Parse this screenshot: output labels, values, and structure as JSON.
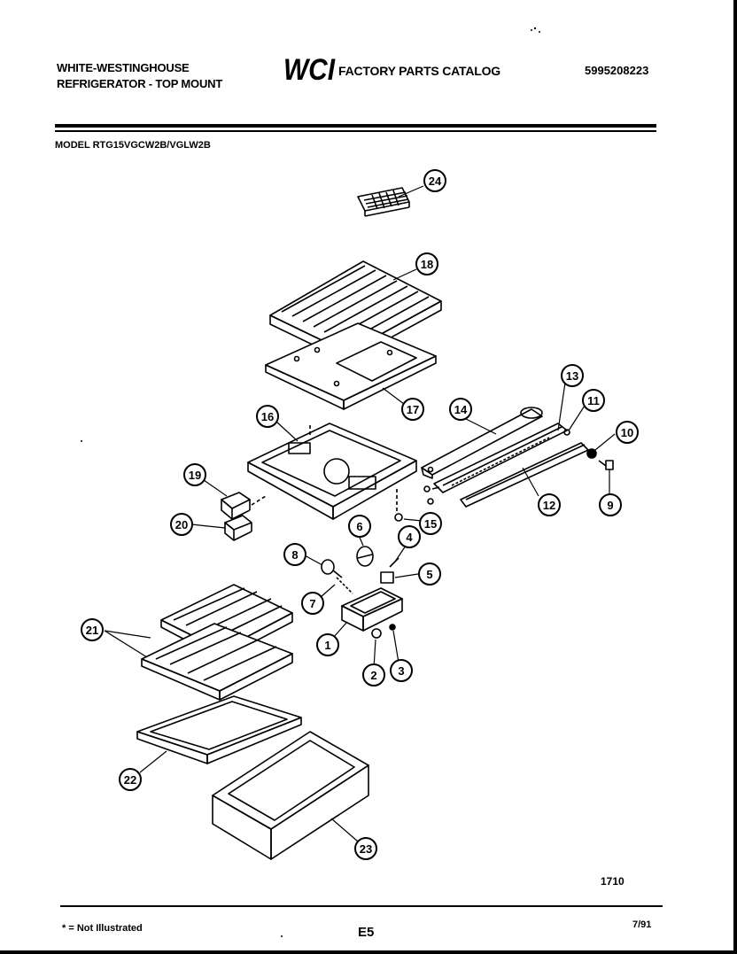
{
  "header": {
    "brand_line1": "WHITE-WESTINGHOUSE",
    "brand_line2": "REFRIGERATOR - TOP MOUNT",
    "logo_text": "WCI",
    "catalog_title": "FACTORY PARTS CATALOG",
    "part_number": "5995208223"
  },
  "model": "MODEL RTG15VGCW2B/VGLW2B",
  "callouts": [
    "1",
    "2",
    "3",
    "4",
    "5",
    "6",
    "7",
    "8",
    "9",
    "10",
    "11",
    "12",
    "13",
    "14",
    "15",
    "16",
    "17",
    "18",
    "19",
    "20",
    "21",
    "22",
    "23",
    "24"
  ],
  "footer": {
    "ref_code": "1710",
    "footnote": "* = Not Illustrated",
    "page_code": "E5",
    "date": "7/91"
  }
}
